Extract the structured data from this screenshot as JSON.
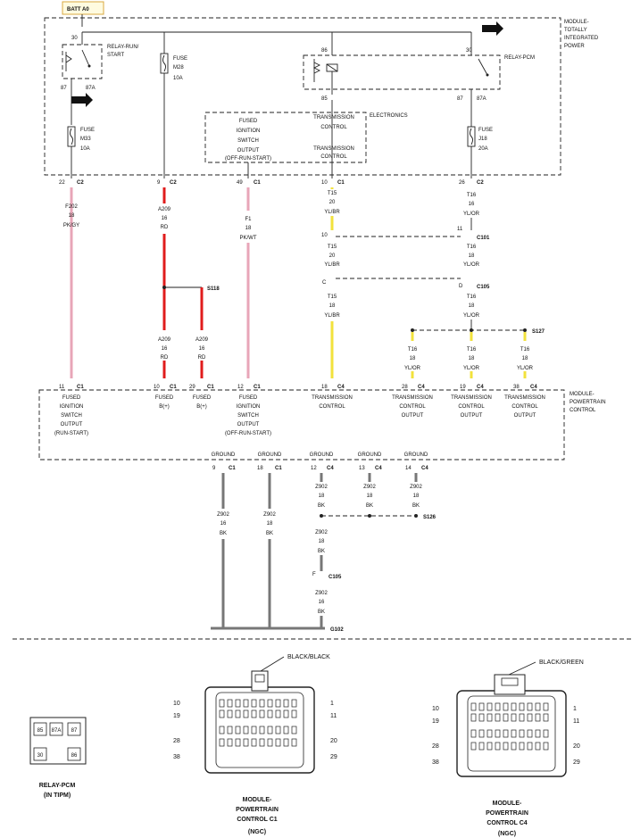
{
  "title_box": "BATT A0",
  "modules": {
    "tipm": [
      "MODULE-",
      "TOTALLY",
      "INTEGRATED",
      "POWER"
    ],
    "pcm": [
      "MODULE-",
      "POWERTRAIN",
      "CONTROL"
    ],
    "electronics": "ELECTRONICS"
  },
  "relays": {
    "run_start": {
      "label": [
        "RELAY-RUN/",
        "START"
      ],
      "p30": "30",
      "p87": "87",
      "p87a": "87A"
    },
    "pcm": {
      "label": "RELAY-PCM",
      "p30": "30",
      "p87": "87",
      "p87a": "87A"
    },
    "tc": {
      "p86": "86",
      "p85": "85"
    }
  },
  "fuses": {
    "m33": [
      "FUSE",
      "M33",
      "10A"
    ],
    "m28": [
      "FUSE",
      "M28",
      "10A"
    ],
    "j18": [
      "FUSE",
      "J18",
      "20A"
    ]
  },
  "fused_output_box": [
    "FUSED",
    "IGNITION",
    "SWITCH",
    "OUTPUT",
    "(OFF-RUN-START)"
  ],
  "tc_box": [
    "TRANSMISSION",
    "CONTROL",
    "TRANSMISSION",
    "CONTROL"
  ],
  "top_pins": {
    "c1": {
      "pin": "22",
      "conn": "C2"
    },
    "c2": {
      "pin": "9",
      "conn": "C2"
    },
    "c3": {
      "pin": "49",
      "conn": "C1"
    },
    "c4": {
      "pin": "10",
      "conn": "C1"
    },
    "c5": {
      "pin": "26",
      "conn": "C2"
    }
  },
  "wires": {
    "w1": [
      "F202",
      "18",
      "PK/GY"
    ],
    "w2": [
      "A209",
      "16",
      "RD"
    ],
    "w2b": [
      "A209",
      "16",
      "RD"
    ],
    "w2c": [
      "A209",
      "16",
      "RD"
    ],
    "w3": [
      "F1",
      "18",
      "PK/WT"
    ],
    "w4a": [
      "T15",
      "20",
      "YL/BR"
    ],
    "w4b": [
      "T15",
      "20",
      "YL/BR"
    ],
    "w4c": [
      "T15",
      "18",
      "YL/BR"
    ],
    "w5a": [
      "T16",
      "16",
      "YL/OR"
    ],
    "w5b": [
      "T16",
      "18",
      "YL/OR"
    ],
    "w5c": [
      "T16",
      "18",
      "YL/OR"
    ],
    "w6a": [
      "T16",
      "18",
      "YL/OR"
    ],
    "w6b": [
      "T16",
      "18",
      "YL/OR"
    ],
    "w6c": [
      "T16",
      "18",
      "YL/OR"
    ]
  },
  "inline": {
    "c101": {
      "pin_l": "10",
      "pin_r": "11",
      "name": "C101"
    },
    "c105": {
      "pin_l": "C",
      "pin_r": "D",
      "name": "C105"
    },
    "s118": "S118",
    "s127": "S127",
    "s126": "S126",
    "c105g": {
      "pin": "F",
      "name": "C105"
    },
    "g102": "G102"
  },
  "pcm_pins": [
    {
      "pin": "11",
      "conn": "C1",
      "label": [
        "FUSED",
        "IGNITION",
        "SWITCH",
        "OUTPUT",
        "(RUN-START)"
      ]
    },
    {
      "pin": "10",
      "conn": "C1",
      "label": [
        "FUSED",
        "B(+)"
      ]
    },
    {
      "pin": "29",
      "conn": "C1",
      "label": [
        "FUSED",
        "B(+)"
      ]
    },
    {
      "pin": "12",
      "conn": "C1",
      "label": [
        "FUSED",
        "IGNITION",
        "SWITCH",
        "OUTPUT",
        "(OFF-RUN-START)"
      ]
    },
    {
      "pin": "18",
      "conn": "C4",
      "label": [
        "TRANSMISSION",
        "CONTROL"
      ]
    },
    {
      "pin": "28",
      "conn": "C4",
      "label": [
        "TRANSMISSION",
        "CONTROL",
        "OUTPUT"
      ]
    },
    {
      "pin": "19",
      "conn": "C4",
      "label": [
        "TRANSMISSION",
        "CONTROL",
        "OUTPUT"
      ]
    },
    {
      "pin": "38",
      "conn": "C4",
      "label": [
        "TRANSMISSION",
        "CONTROL",
        "OUTPUT"
      ]
    }
  ],
  "grounds": [
    {
      "label": "GROUND",
      "pin": "9",
      "conn": "C1",
      "wire": [
        "Z902",
        "16",
        "BK"
      ]
    },
    {
      "label": "GROUND",
      "pin": "18",
      "conn": "C1",
      "wire": [
        "Z902",
        "18",
        "BK"
      ]
    },
    {
      "label": "GROUND",
      "pin": "12",
      "conn": "C4",
      "wire": [
        "Z902",
        "18",
        "BK"
      ]
    },
    {
      "label": "GROUND",
      "pin": "13",
      "conn": "C4",
      "wire": [
        "Z902",
        "18",
        "BK"
      ]
    },
    {
      "label": "GROUND",
      "pin": "14",
      "conn": "C4",
      "wire": [
        "Z902",
        "18",
        "BK"
      ]
    }
  ],
  "ground_mid": [
    "Z902",
    "18",
    "BK"
  ],
  "ground_low": [
    "Z902",
    "16",
    "BK"
  ],
  "relay_view": {
    "pins": [
      "85",
      "87A",
      "87",
      "30",
      "86"
    ],
    "caption": [
      "RELAY-PCM",
      "(IN TIPM)"
    ]
  },
  "connector_c1": {
    "color": "BLACK/BLACK",
    "left": [
      "10",
      "19",
      "28",
      "38"
    ],
    "right": [
      "1",
      "11",
      "20",
      "29"
    ],
    "caption": [
      "MODULE-",
      "POWERTRAIN",
      "CONTROL C1",
      "(NGC)"
    ]
  },
  "connector_c4": {
    "color": "BLACK/GREEN",
    "left": [
      "10",
      "19",
      "28",
      "38"
    ],
    "right": [
      "1",
      "11",
      "20",
      "29"
    ],
    "caption": [
      "MODULE-",
      "POWERTRAIN",
      "CONTROL C4",
      "(NGC)"
    ]
  }
}
